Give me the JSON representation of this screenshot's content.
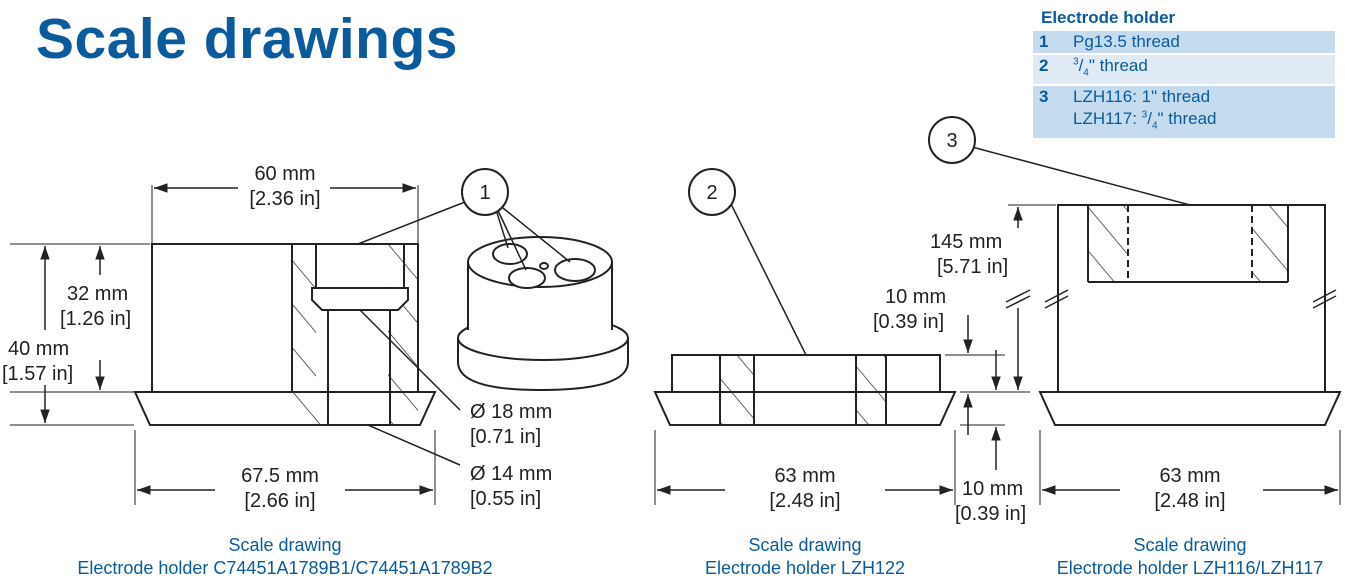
{
  "title": "Scale drawings",
  "legend": {
    "heading": "Electrode holder",
    "items": [
      {
        "num": "1",
        "lines": [
          "Pg13.5 thread"
        ]
      },
      {
        "num": "2",
        "lines": [
          "3/4\" thread"
        ]
      },
      {
        "num": "3",
        "lines": [
          "LZH116: 1\" thread",
          "LZH117: 3/4\" thread"
        ]
      }
    ]
  },
  "callouts": [
    "1",
    "2",
    "3"
  ],
  "drawing1": {
    "width_top": [
      "60 mm",
      "[2.36 in]"
    ],
    "height_inner": [
      "32 mm",
      "[1.26 in]"
    ],
    "height_total": [
      "40 mm",
      "[1.57 in]"
    ],
    "dia_large": [
      "Ø 18 mm",
      "[0.71 in]"
    ],
    "dia_small": [
      "Ø 14 mm",
      "[0.55 in]"
    ],
    "width_base": [
      "67.5 mm",
      "[2.66 in]"
    ],
    "caption": [
      "Scale drawing",
      "Electrode holder C74451A1789B1/C74451A1789B2"
    ]
  },
  "drawing2": {
    "width_base": [
      "63 mm",
      "[2.48 in]"
    ],
    "top_step": [
      "10 mm",
      "[0.39 in]"
    ],
    "bottom_step": [
      "10 mm",
      "[0.39 in]"
    ],
    "caption": [
      "Scale drawing",
      "Electrode holder LZH122"
    ]
  },
  "drawing3": {
    "height": [
      "145 mm",
      "[5.71 in]"
    ],
    "width_base": [
      "63 mm",
      "[2.48 in]"
    ],
    "caption": [
      "Scale drawing",
      "Electrode holder LZH116/LZH117"
    ]
  }
}
